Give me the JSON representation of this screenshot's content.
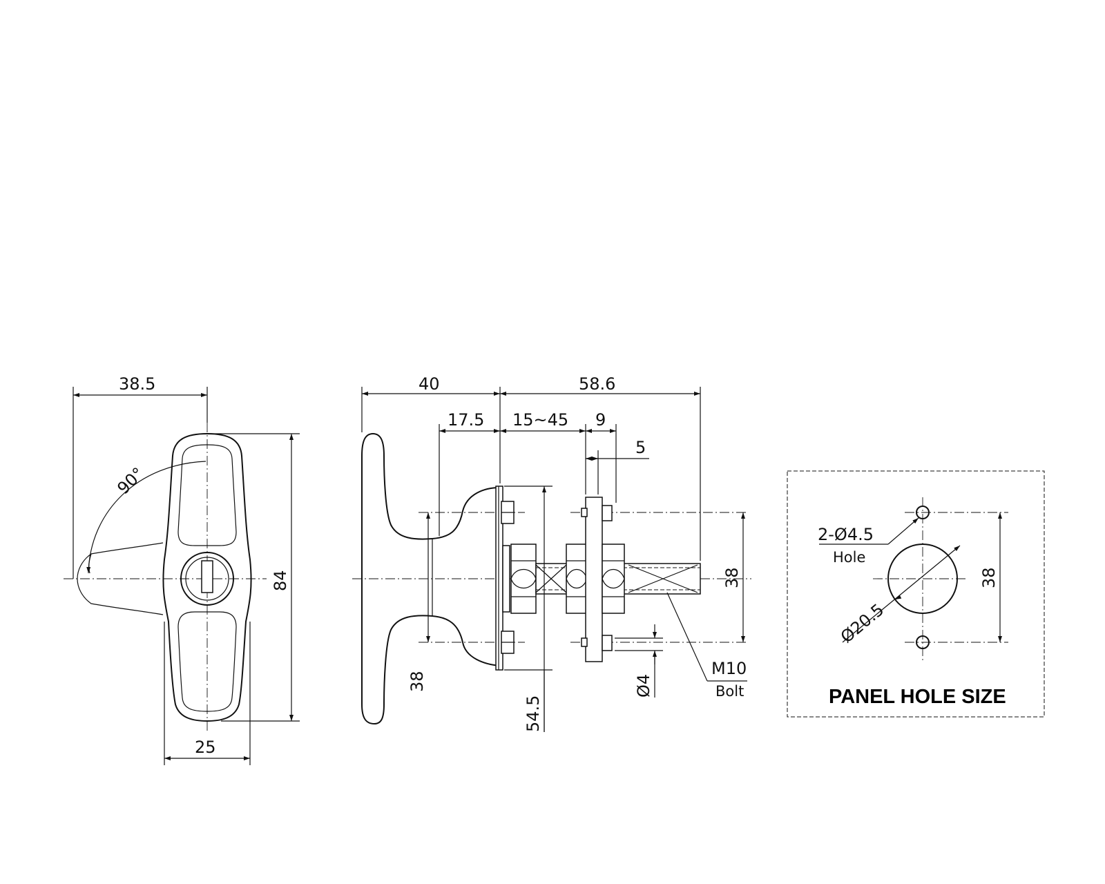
{
  "front_view": {
    "dim_width": "38.5",
    "dim_angle": "90°",
    "dim_height": "84",
    "dim_base": "25"
  },
  "side_view": {
    "dim_handle": "40",
    "dim_total": "58.6",
    "dim_17_5": "17.5",
    "dim_grip": "15~45",
    "dim_9": "9",
    "dim_5": "5",
    "dim_38_right": "38",
    "dim_38_left": "38",
    "dim_54_5": "54.5",
    "dim_d4": "Ø4",
    "bolt_size": "M10",
    "bolt_label": "Bolt"
  },
  "panel": {
    "title": "PANEL HOLE SIZE",
    "hole_spec": "2-Ø4.5",
    "hole_label": "Hole",
    "diameter": "Ø20.5",
    "spacing": "38"
  }
}
